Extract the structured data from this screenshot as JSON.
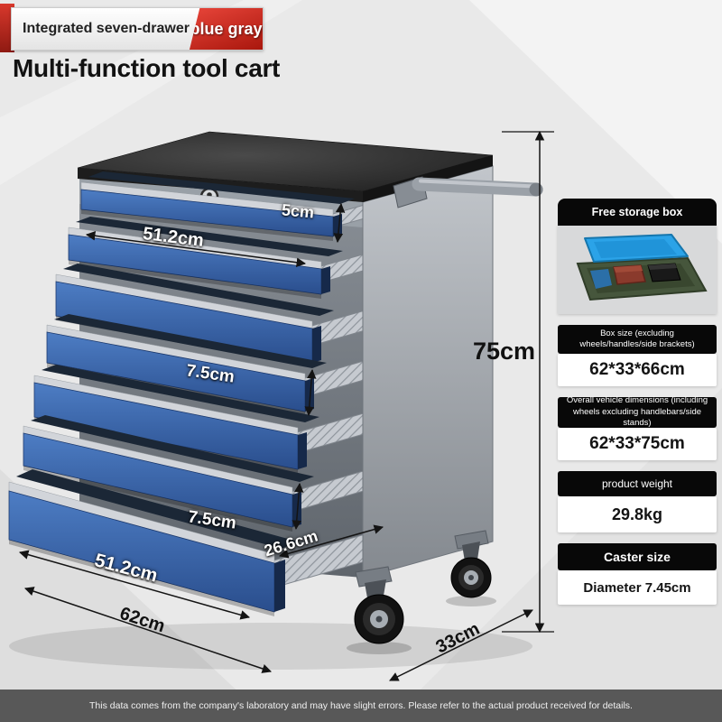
{
  "badge": {
    "left_label": "Integrated seven-drawer",
    "right_label": "blue gray"
  },
  "title": "Multi-function tool cart",
  "annotations": {
    "drawer_height_top": "5cm",
    "drawer_width_top": "51.2cm",
    "drawer_height_mid": "7.5cm",
    "drawer_height_lower": "7.5cm",
    "drawer_depth": "26.6cm",
    "drawer_width_bottom": "51.2cm",
    "overall_width": "62cm",
    "overall_depth": "33cm",
    "overall_height": "75cm"
  },
  "panel": {
    "storage_title": "Free storage box",
    "box_size_label": "Box size (excluding wheels/handles/side brackets)",
    "box_size_value": "62*33*66cm",
    "overall_label": "Overall vehicle dimensions (including wheels excluding handlebars/side stands)",
    "overall_value": "62*33*75cm",
    "weight_label": "product weight",
    "weight_value": "29.8kg",
    "caster_label": "Caster size",
    "caster_value": "Diameter 7.45cm"
  },
  "footer": {
    "disclaimer": "This data comes from the company's laboratory and may have slight errors. Please refer to the actual product received for details."
  },
  "colors": {
    "accent_red": "#c0261c",
    "drawer_blue": "#3a63a8",
    "cabinet_gray": "#9aa0a6",
    "panel_black": "#0a0a0a",
    "background": "#e9e9e9"
  }
}
